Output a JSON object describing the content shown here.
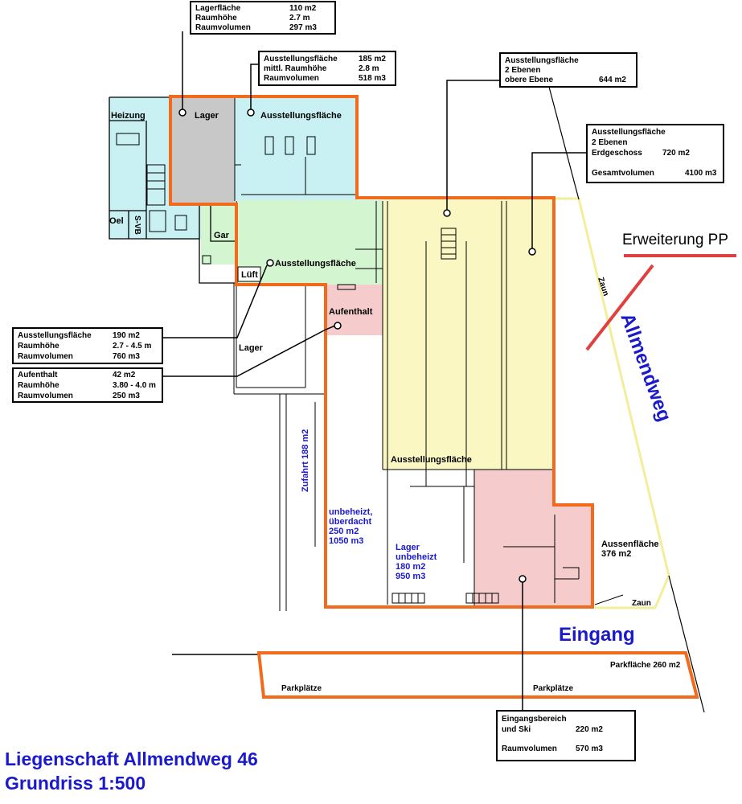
{
  "title": {
    "line1": "Liegenschaft Allmendweg 46",
    "line2": "Grundriss 1:500"
  },
  "colors": {
    "outline": "#f26a1b",
    "blue_text": "#1a1acc",
    "lager": "#c8c8c8",
    "ausstellung_blue": "#c9f0f2",
    "ausstellung_green": "#d3f5cf",
    "ausstellung_yellow": "#faf7c3",
    "aufenthalt_red": "#f5cbcb",
    "fence": "#f2ee9a",
    "expansion_line": "#e04040"
  },
  "room_labels": {
    "heizung": "Heizung",
    "lager_top": "Lager",
    "ausstellung_top": "Ausstellungsfläche",
    "oel": "Oel",
    "svb": "S-VB",
    "gar": "Gar",
    "lueft": "Lüft",
    "ausstellung_mid": "Ausstellungsfläche",
    "lager_mid": "Lager",
    "aufenthalt": "Aufenthalt",
    "ausstellung_big": "Ausstellungsfläche",
    "zufahrt": "Zufahrt 188 m2",
    "zaun_right": "Zaun",
    "zaun_bottom": "Zaun",
    "erweiterung": "Erweiterung PP",
    "allmendweg": "Allmendweg",
    "eingang": "Eingang",
    "parkplaetze_left": "Parkplätze",
    "parkplaetze_right": "Parkplätze",
    "parkflaeche": "Parkfläche 260 m2"
  },
  "unbeheizt": [
    "unbeheizt,",
    "überdacht",
    "250 m2",
    "1050 m3"
  ],
  "lager_unbeheizt": [
    "Lager",
    "unbeheizt",
    "180 m2",
    "950 m3"
  ],
  "aussenflaeche": [
    "Aussenfläche",
    "376 m2"
  ],
  "info_boxes": {
    "lagerflaeche": [
      [
        "Lagerfläche",
        "110 m2"
      ],
      [
        "Raumhöhe",
        "2.7 m"
      ],
      [
        "Raumvolumen",
        "297 m3"
      ]
    ],
    "ausstellung_185": [
      [
        "Ausstellungsfläche",
        "185 m2"
      ],
      [
        "mittl. Raumhöhe",
        "2.8 m"
      ],
      [
        "Raumvolumen",
        "518 m3"
      ]
    ],
    "ausstellung_644": [
      [
        "Ausstellungsfläche",
        ""
      ],
      [
        "2 Ebenen",
        ""
      ],
      [
        "obere Ebene",
        "644 m2"
      ]
    ],
    "ausstellung_720": [
      [
        "Ausstellungsfläche",
        ""
      ],
      [
        "2 Ebenen",
        ""
      ],
      [
        "Erdgeschoss",
        "720 m2"
      ],
      [
        "",
        ""
      ],
      [
        "Gesamtvolumen",
        "4100 m3"
      ]
    ],
    "ausstellung_190": [
      [
        "Ausstellungsfläche",
        "190 m2"
      ],
      [
        "Raumhöhe",
        "2.7 - 4.5 m"
      ],
      [
        "Raumvolumen",
        "760 m3"
      ]
    ],
    "aufenthalt_42": [
      [
        "Aufenthalt",
        "42 m2"
      ],
      [
        "Raumhöhe",
        "3.80 - 4.0 m"
      ],
      [
        "Raumvolumen",
        "250 m3"
      ]
    ],
    "eingang_220": [
      [
        "Eingangsbereich",
        ""
      ],
      [
        "und Ski",
        "220 m2"
      ],
      [
        "",
        ""
      ],
      [
        "Raumvolumen",
        "570 m3"
      ]
    ]
  }
}
